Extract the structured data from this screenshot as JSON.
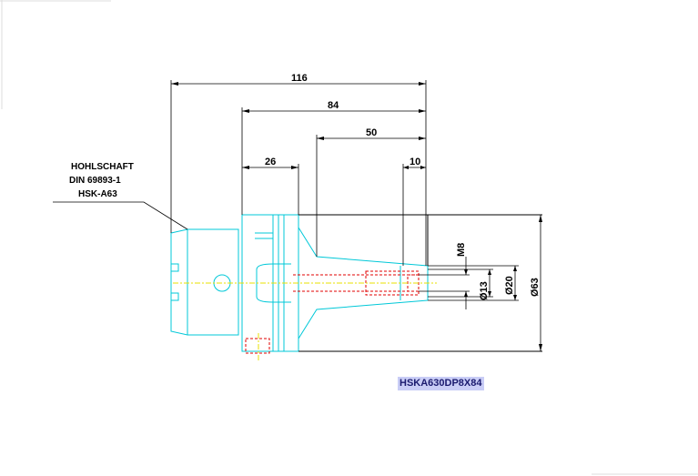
{
  "drawing": {
    "dimensions": {
      "d116": "116",
      "d84": "84",
      "d50": "50",
      "d26": "26",
      "d10": "10",
      "m8": "M8",
      "dia13": "Ø13",
      "dia20": "Ø20",
      "dia63": "Ø63"
    },
    "note": {
      "line1": "HOHLSCHAFT",
      "line2": "DIN 69893-1",
      "line3": "HSK-A63"
    },
    "part_number": "HSKA630DP8X84",
    "colors": {
      "outline": "#00c8d8",
      "hidden": "#e00000",
      "center": "#e8e000",
      "dimension": "#000000",
      "label_bg": "#c9cdf6"
    }
  }
}
